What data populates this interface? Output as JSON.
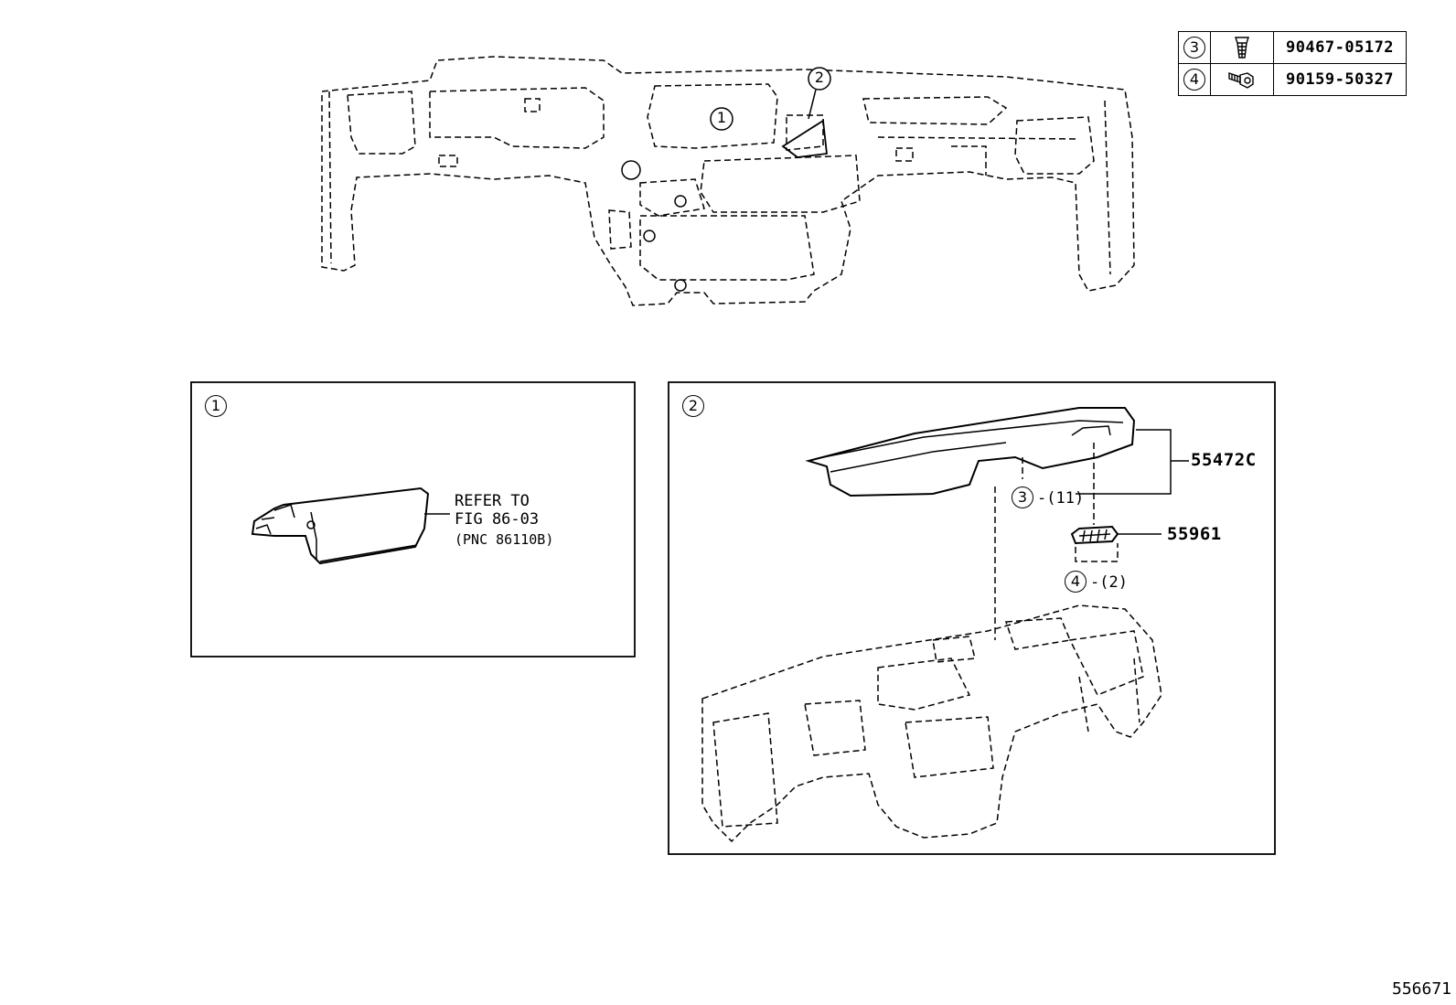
{
  "parts_table": [
    {
      "ref": "3",
      "icon": "clip-icon",
      "part_no": "90467-05172"
    },
    {
      "ref": "4",
      "icon": "screw-icon",
      "part_no": "90159-50327"
    }
  ],
  "overview": {
    "callout_1": "1",
    "callout_2": "2"
  },
  "panel_1": {
    "ref": "1",
    "note_line1": "REFER TO",
    "note_line2": "FIG 86-03",
    "note_line3": "(PNC 86110B)"
  },
  "panel_2": {
    "ref": "2",
    "part_a": "55472C",
    "part_b": "55961",
    "clip_ref": "3",
    "clip_qty": "-(11)",
    "screw_ref": "4",
    "screw_qty": "-(2)"
  },
  "figure_id": "556671"
}
